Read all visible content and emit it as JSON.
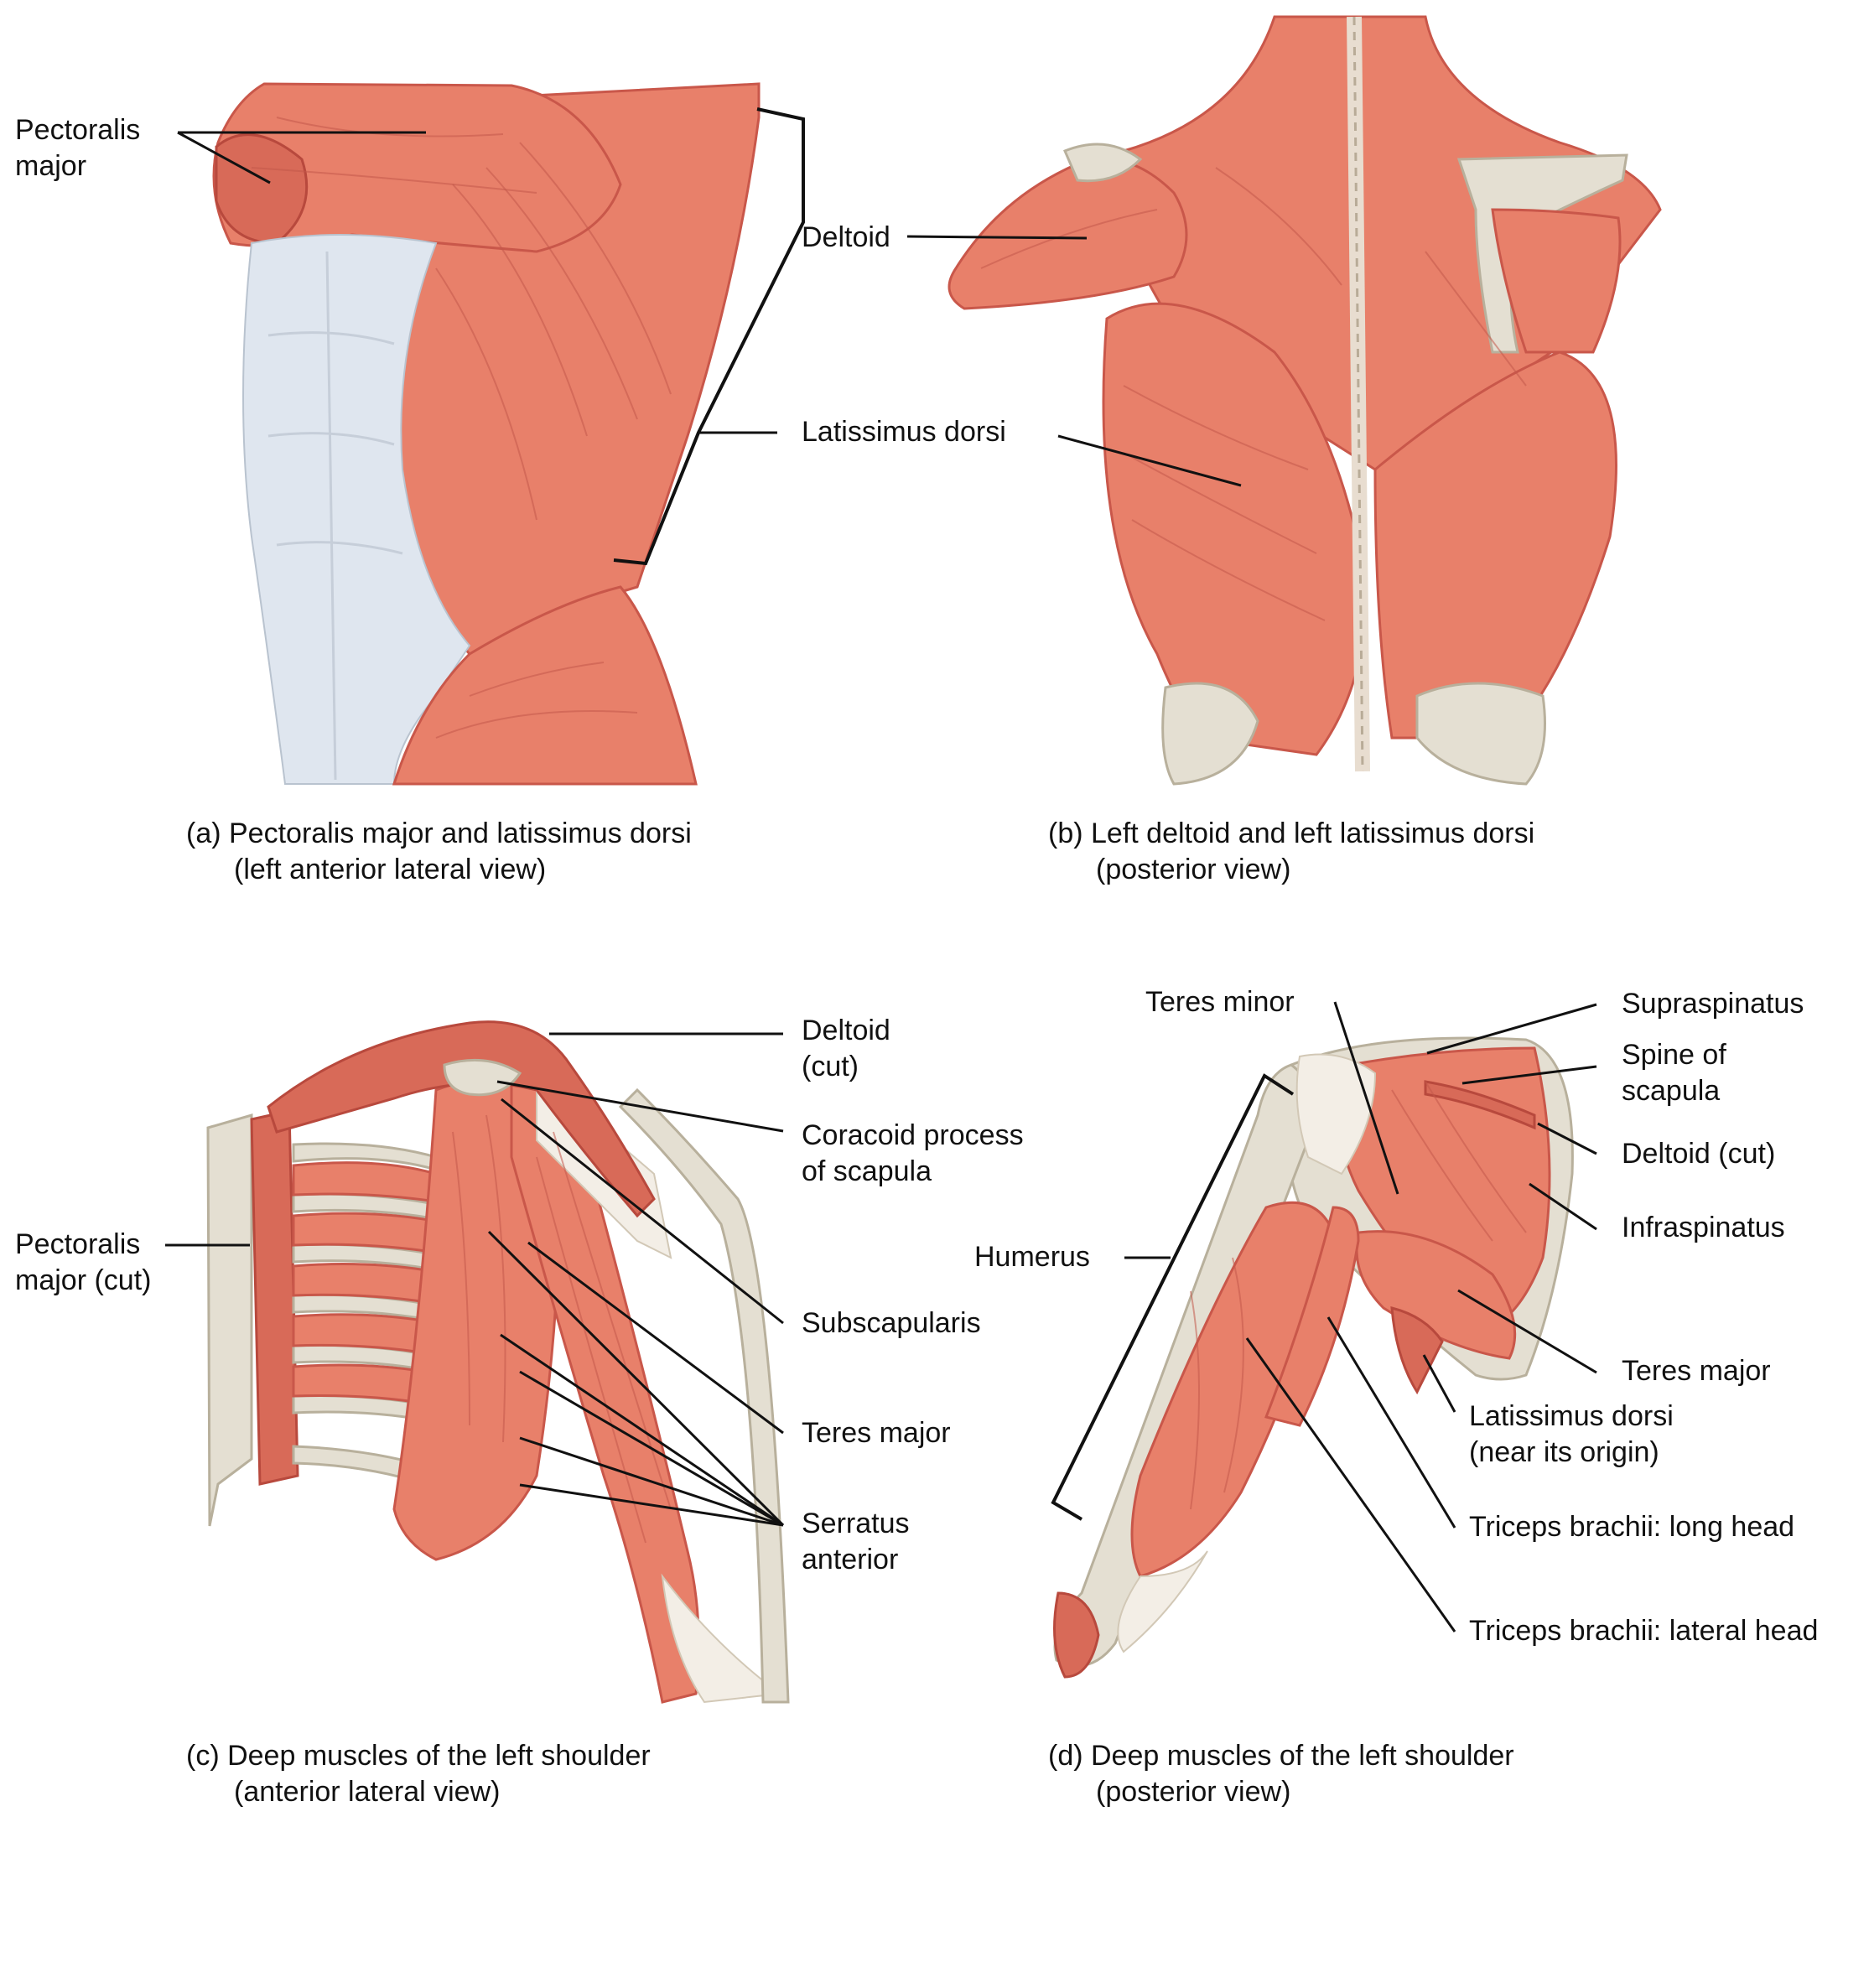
{
  "panels": {
    "a": {
      "labels": {
        "pectoralis_major_1": "Pectoralis",
        "pectoralis_major_2": "major",
        "latissimus_dorsi": "Latissimus dorsi"
      },
      "caption_1": "(a) Pectoralis major and latissimus dorsi",
      "caption_2": "(left anterior lateral view)"
    },
    "b": {
      "labels": {
        "deltoid": "Deltoid"
      },
      "caption_1": "(b) Left deltoid and left latissimus dorsi",
      "caption_2": "(posterior view)"
    },
    "c": {
      "labels": {
        "deltoid_cut_1": "Deltoid",
        "deltoid_cut_2": "(cut)",
        "coracoid_1": "Coracoid process",
        "coracoid_2": "of scapula",
        "pectoralis_cut_1": "Pectoralis",
        "pectoralis_cut_2": "major (cut)",
        "subscapularis": "Subscapularis",
        "teres_major": "Teres major",
        "serratus_1": "Serratus",
        "serratus_2": "anterior"
      },
      "caption_1": "(c) Deep muscles of the left shoulder",
      "caption_2": "(anterior lateral view)"
    },
    "d": {
      "labels": {
        "teres_minor": "Teres minor",
        "supraspinatus": "Supraspinatus",
        "spine_1": "Spine of",
        "spine_2": "scapula",
        "deltoid_cut": "Deltoid (cut)",
        "infraspinatus": "Infraspinatus",
        "humerus": "Humerus",
        "teres_major": "Teres major",
        "latissimus_1": "Latissimus dorsi",
        "latissimus_2": "(near its origin)",
        "triceps_long": "Triceps brachii: long head",
        "triceps_lateral": "Triceps brachii: lateral head"
      },
      "caption_1": "(d) Deep muscles of the left shoulder",
      "caption_2": "(posterior view)"
    }
  },
  "colors": {
    "muscle": "#e8806a",
    "muscle_shadow": "#c9574a",
    "fascia": "#dfe6ef",
    "bone": "#e4dfd2",
    "text": "#111111"
  }
}
